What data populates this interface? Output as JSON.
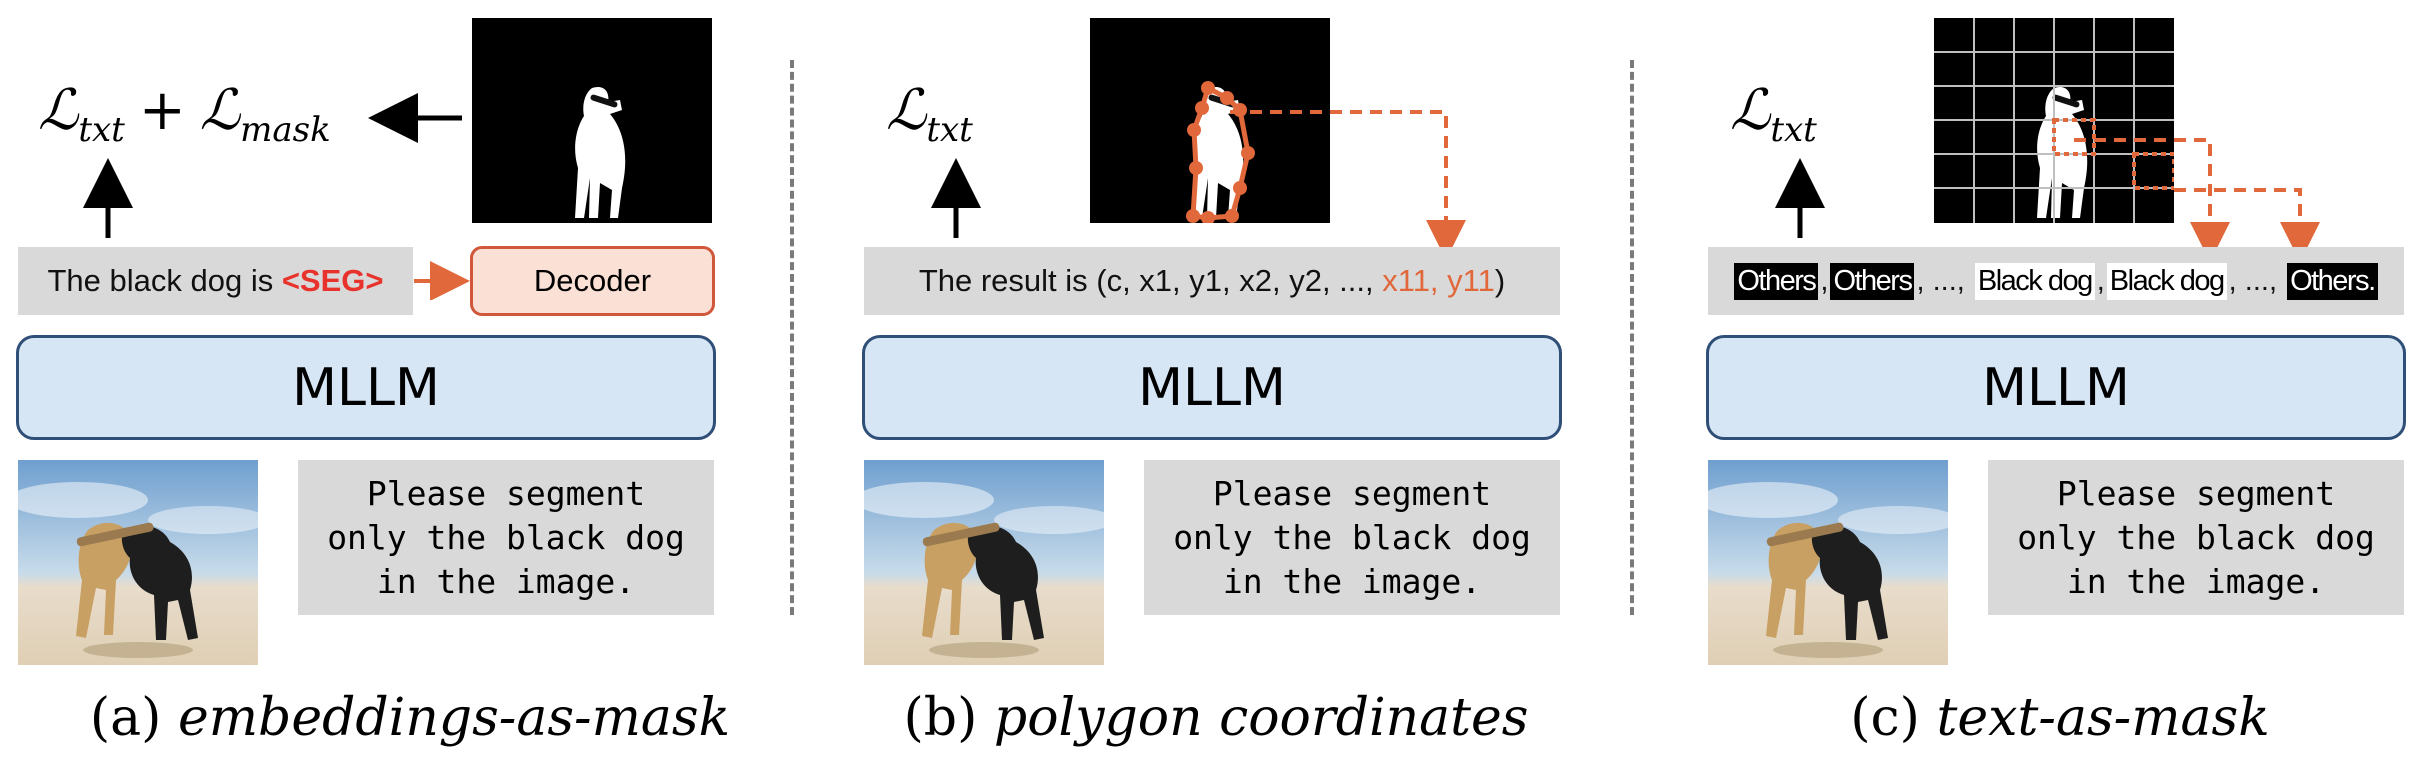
{
  "panel_a": {
    "loss_1": "ℒ",
    "loss_1_sub": "txt",
    "loss_op": "+",
    "loss_2": "ℒ",
    "loss_2_sub": "mask",
    "text_prefix": "The black dog is ",
    "seg_token": "<SEG>",
    "decoder": "Decoder",
    "mllm": "MLLM",
    "prompt_lines": [
      "Please segment",
      "only the black dog",
      "in the image."
    ],
    "caption_label": "(a) ",
    "caption_method": "embeddings-as-mask"
  },
  "panel_b": {
    "loss_1": "ℒ",
    "loss_1_sub": "txt",
    "text_prefix": "The result is (c, x1, y1, x2, y2, ..., ",
    "text_highlight": "x11, y11",
    "text_suffix": ")",
    "mllm": "MLLM",
    "prompt_lines": [
      "Please segment",
      "only the black dog",
      "in the image."
    ],
    "caption_label": "(b) ",
    "caption_method": "polygon coordinates"
  },
  "panel_c": {
    "loss_1": "ℒ",
    "loss_1_sub": "txt",
    "tokens": [
      "Others",
      ",",
      "Others",
      ", ..., ",
      "Black dog",
      ",",
      "Black dog",
      ", ..., ",
      "Others."
    ],
    "mllm": "MLLM",
    "prompt_lines": [
      "Please segment",
      "only the black dog",
      "in the image."
    ],
    "caption_label": "(c) ",
    "caption_method": "text-as-mask"
  },
  "colors": {
    "accent_orange": "#e0683a",
    "seg_red": "#e8322c",
    "mllm_fill": "#d7e6f5",
    "mllm_border": "#2f4f78",
    "text_box": "#d9d9d9"
  }
}
